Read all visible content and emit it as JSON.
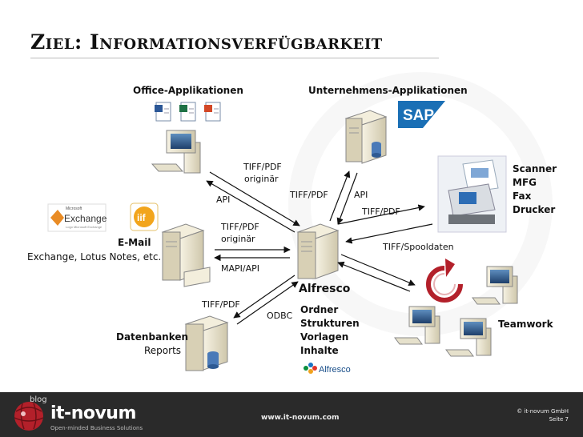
{
  "title": "Ziel: Informationsverfügbarkeit",
  "nodes": {
    "office": {
      "label": "Office-Applikationen"
    },
    "business": {
      "label": "Unternehmens-Applikationen",
      "logo": "SAP"
    },
    "scanner": {
      "lines": [
        "Scanner",
        "MFG",
        "Fax",
        "Drucker"
      ]
    },
    "email": {
      "label": "E-Mail",
      "sub": "Exchange, Lotus Notes, etc.",
      "exchange_logo": "Exchange",
      "exchange_small": "Microsoft",
      "exchange_tag": "Logo Microsoft Exchange"
    },
    "alfresco": {
      "label": "Alfresco",
      "features": [
        "Ordner",
        "Strukturen",
        "Vorlagen",
        "Inhalte"
      ],
      "logo": "Alfresco"
    },
    "databases": {
      "label": "Datenbanken",
      "sub": "Reports"
    },
    "teamwork": {
      "label": "Teamwork"
    }
  },
  "edges": {
    "office_top": "TIFF/PDF",
    "office_bottom": "originär",
    "office_api": "API",
    "business_tiff": "TIFF/PDF",
    "business_api": "API",
    "scanner_tiff": "TIFF/PDF",
    "scanner_spool": "TIFF/Spooldaten",
    "email_top": "TIFF/PDF",
    "email_bottom": "originär",
    "email_mapi": "MAPI/API",
    "db_tiff": "TIFF/PDF",
    "db_odbc": "ODBC"
  },
  "footer": {
    "blog": "blog",
    "brand": "it-novum",
    "tagline": "Open-minded Business Solutions",
    "url": "www.it-novum.com",
    "copyright": "© it-novum GmbH",
    "page": "Seite 7"
  },
  "colors": {
    "footer_bg": "#2a2a2a",
    "brand_red": "#b3202a",
    "sap_blue": "#1a6fb5",
    "tower_beige": "#e9e3cf"
  }
}
